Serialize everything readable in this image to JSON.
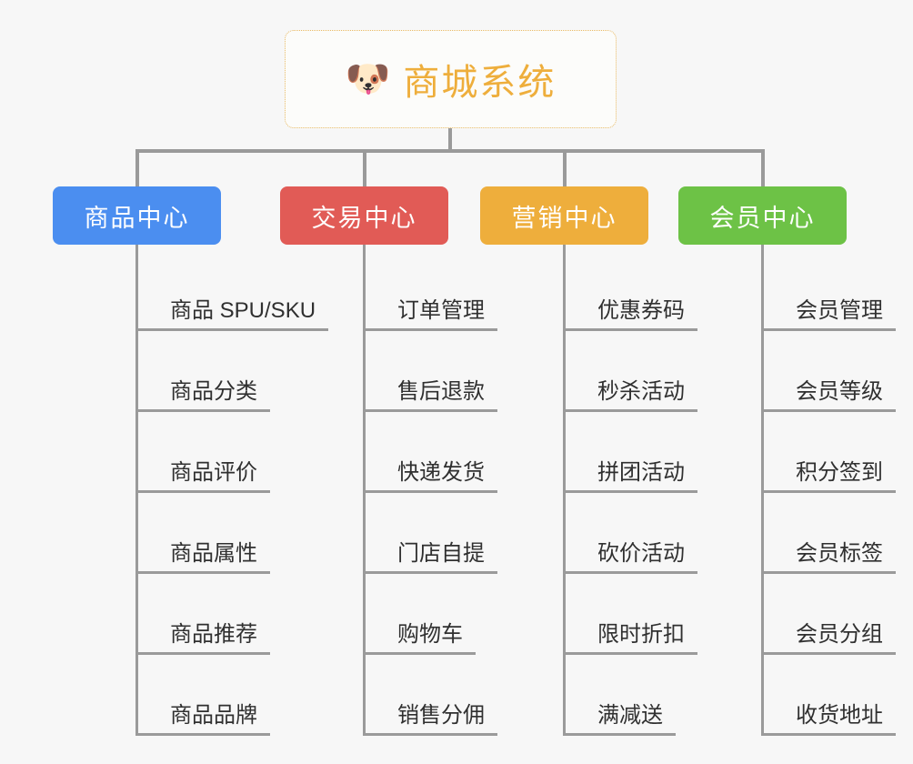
{
  "page": {
    "background_color": "#f7f7f7",
    "type": "mindmap"
  },
  "root": {
    "icon": "shiba-dog-face-emoji",
    "icon_glyph": "🐶",
    "title": "商城系统",
    "text_color": "#eeae3c",
    "border_color": "#e8b964",
    "background_color": "#fcfcfa"
  },
  "connector_color": "#9a9a9a",
  "branches": [
    {
      "title": "商品中心",
      "color": "#4b8ef0",
      "items": [
        "商品 SPU/SKU",
        "商品分类",
        "商品评价",
        "商品属性",
        "商品推荐",
        "商品品牌"
      ]
    },
    {
      "title": "交易中心",
      "color": "#e15b56",
      "items": [
        "订单管理",
        "售后退款",
        "快递发货",
        "门店自提",
        "购物车",
        "销售分佣"
      ]
    },
    {
      "title": "营销中心",
      "color": "#eeae3c",
      "items": [
        "优惠券码",
        "秒杀活动",
        "拼团活动",
        "砍价活动",
        "限时折扣",
        "满减送"
      ]
    },
    {
      "title": "会员中心",
      "color": "#6dc246",
      "items": [
        "会员管理",
        "会员等级",
        "积分签到",
        "会员标签",
        "会员分组",
        "收货地址"
      ]
    }
  ]
}
